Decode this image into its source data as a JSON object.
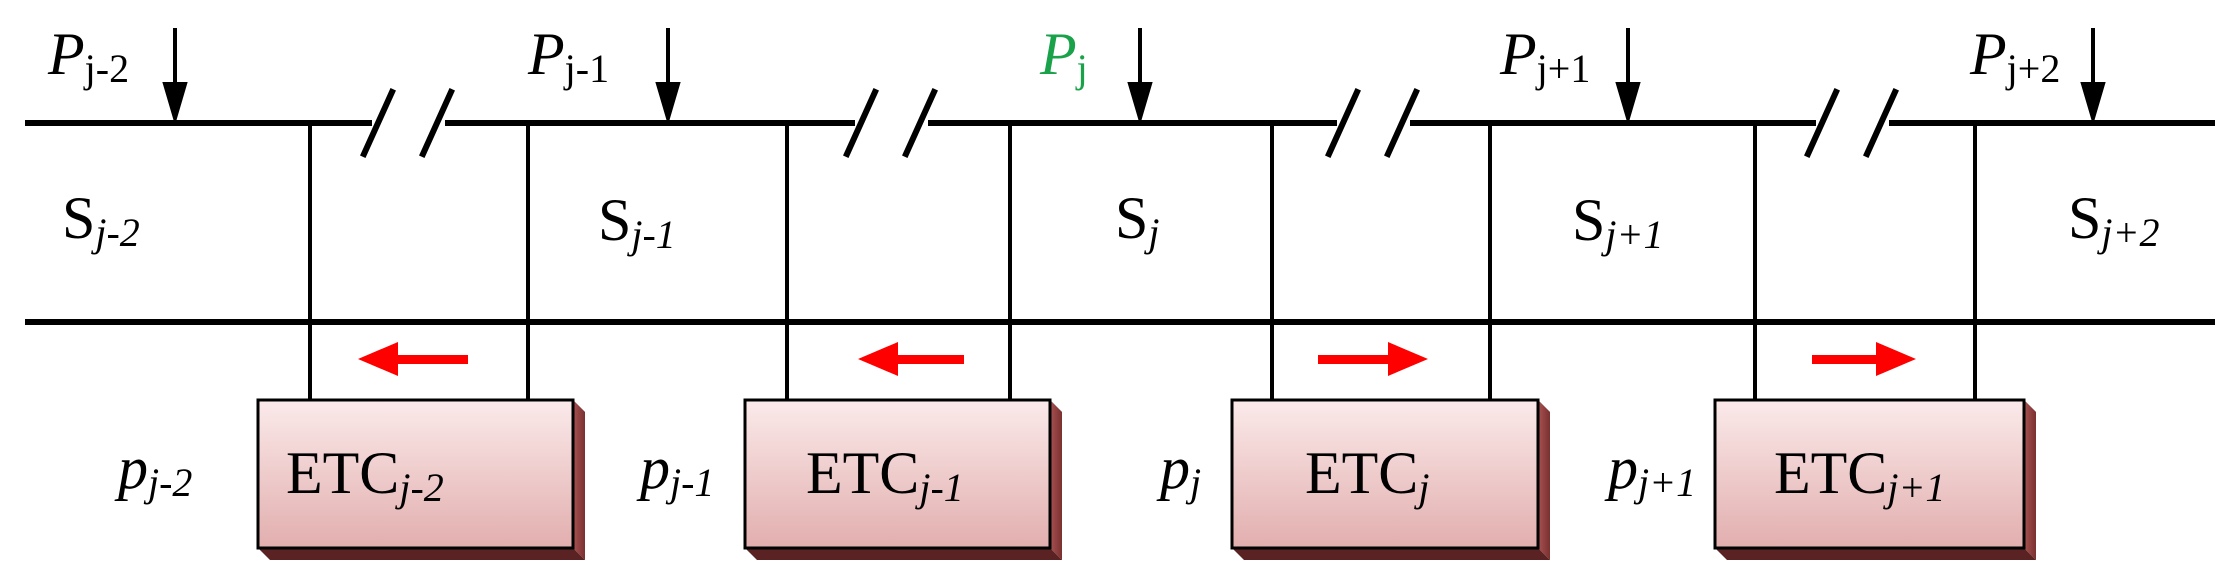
{
  "colors": {
    "line": "#000000",
    "highlight": "#1aa24a",
    "arrow": "#ff0000",
    "box_light": "#fbeaea",
    "box_dark": "#e4b0b0",
    "box_side": "#9a4848"
  },
  "power_labels": [
    {
      "sym": "P",
      "sub": "j-2",
      "highlight": false
    },
    {
      "sym": "P",
      "sub": "j-1",
      "highlight": false
    },
    {
      "sym": "P",
      "sub": "j",
      "highlight": true
    },
    {
      "sym": "P",
      "sub": "j+1",
      "highlight": false
    },
    {
      "sym": "P",
      "sub": "j+2",
      "highlight": false
    }
  ],
  "sections": [
    {
      "sym": "S",
      "sub": "j-2"
    },
    {
      "sym": "S",
      "sub": "j-1"
    },
    {
      "sym": "S",
      "sub": "j"
    },
    {
      "sym": "S",
      "sub": "j+1"
    },
    {
      "sym": "S",
      "sub": "j+2"
    }
  ],
  "converters": [
    {
      "p_sym": "p",
      "p_sub": "j-2",
      "label": "ETC",
      "sub": "j-2",
      "flow": "left"
    },
    {
      "p_sym": "p",
      "p_sub": "j-1",
      "label": "ETC",
      "sub": "j-1",
      "flow": "left"
    },
    {
      "p_sym": "p",
      "p_sub": "j",
      "label": "ETC",
      "sub": "j",
      "flow": "right"
    },
    {
      "p_sym": "p",
      "p_sub": "j+1",
      "label": "ETC",
      "sub": "j+1",
      "flow": "right"
    }
  ]
}
